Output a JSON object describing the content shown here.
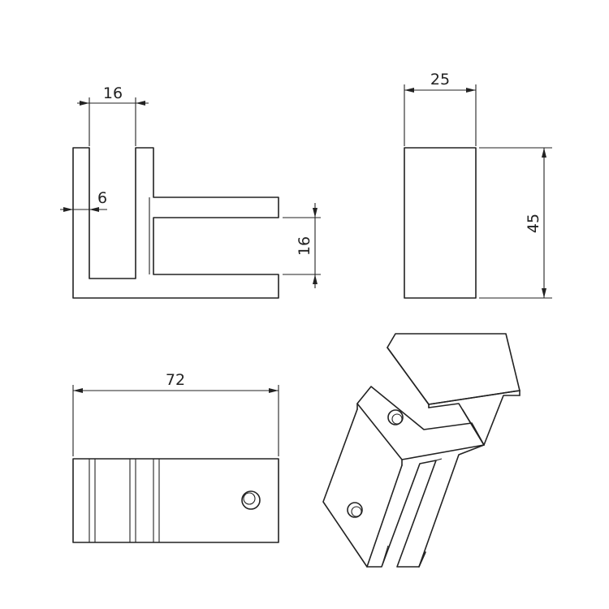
{
  "dimensions": {
    "front_width": "16",
    "front_wall": "6",
    "front_slot": "16",
    "side_width": "25",
    "side_height": "45",
    "bottom_length": "72"
  },
  "colors": {
    "line": "#222222",
    "background": "#ffffff"
  }
}
